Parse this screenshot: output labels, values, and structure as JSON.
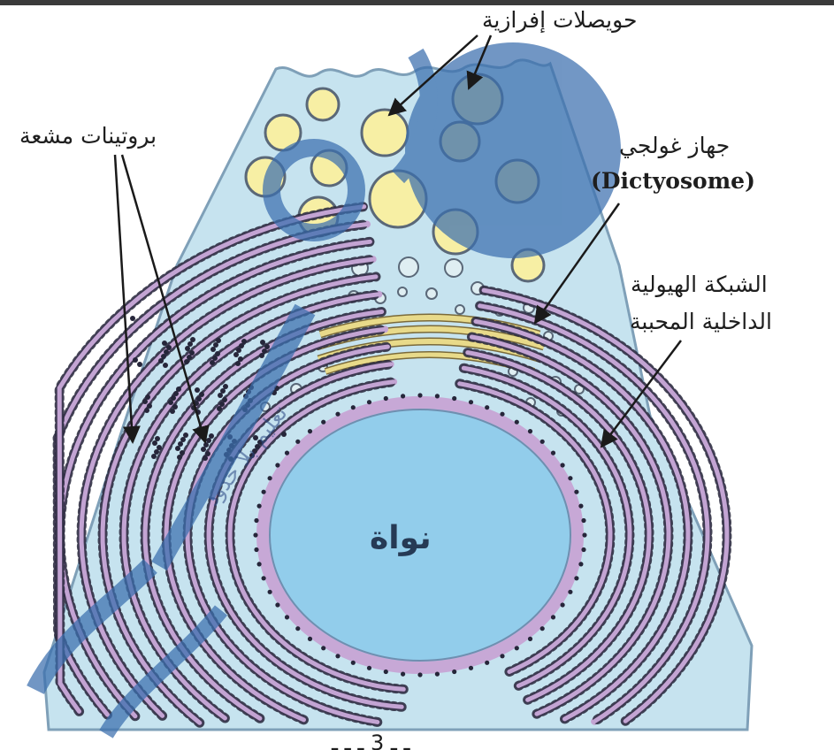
{
  "diagram": {
    "labels": {
      "secretory_vesicles": "حويصلات إفرازية",
      "radioactive_proteins": "بروتينات مشعة",
      "golgi_apparatus": "جهاز غولجي",
      "golgi_english": "(Dictyosome)",
      "rough_er_line1": "الشبكة الهيولية",
      "rough_er_line2": "الداخلية المحببة",
      "nucleus": "نواة",
      "caption": "ـ ـ 3 ـ ـ ـ"
    },
    "colors": {
      "cytoplasm": "#c6e3ef",
      "cell_outline": "#7fa0b8",
      "vesicle_fill": "#f7efa4",
      "vesicle_stroke": "#5a6878",
      "nucleus_fill": "#92cdeb",
      "nuclear_envelope": "#c7a8d6",
      "er_cisterna": "#c3a4d3",
      "ribosome": "#26263a",
      "golgi": "#e8da8a",
      "watermark": "#3b6fae"
    }
  }
}
